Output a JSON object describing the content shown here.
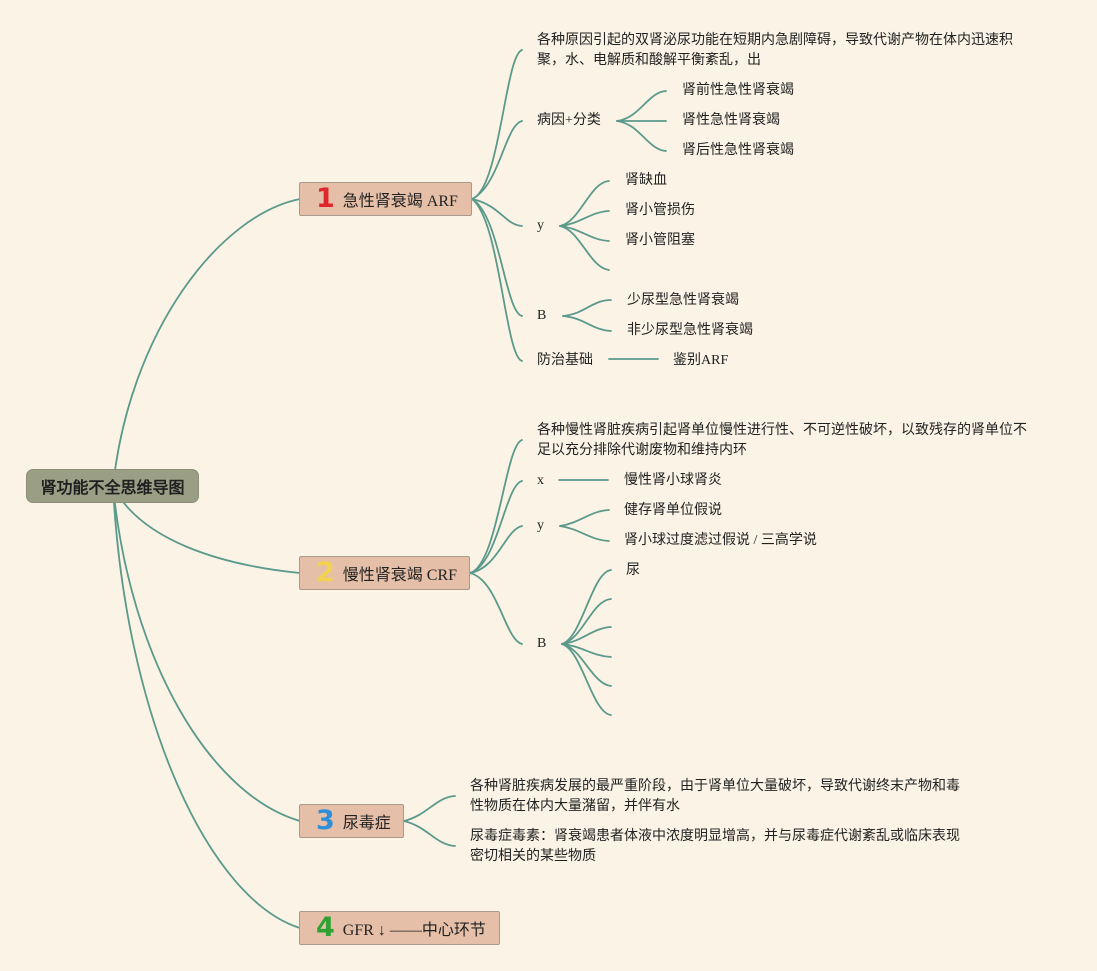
{
  "root": {
    "label": "肾功能不全思维导图"
  },
  "branches": [
    {
      "num": "1",
      "label": "急性肾衰竭 ARF",
      "definition": "各种原因引起的双肾泌尿功能在短期内急剧障碍，导致代谢产物在体内迅速积聚，水、电解质和酸解平衡紊乱，出",
      "cause": {
        "label": "病因+分类",
        "items": [
          "肾前性急性肾衰竭",
          "肾性急性肾衰竭",
          "肾后性急性肾衰竭"
        ]
      },
      "y": {
        "label": "y",
        "items": [
          "肾缺血",
          "肾小管损伤",
          "肾小管阻塞"
        ]
      },
      "b": {
        "label": "B",
        "items": [
          "少尿型急性肾衰竭",
          "非少尿型急性肾衰竭"
        ]
      },
      "prevention": {
        "label": "防治基础",
        "item": "鉴别ARF"
      }
    },
    {
      "num": "2",
      "label": "慢性肾衰竭 CRF",
      "definition": "各种慢性肾脏疾病引起肾单位慢性进行性、不可逆性破坏，以致残存的肾单位不足以充分排除代谢废物和维持内环",
      "x": {
        "label": "x",
        "item": "慢性肾小球肾炎"
      },
      "y": {
        "label": "y",
        "items": [
          "健存肾单位假说",
          "肾小球过度滤过假说 / 三高学说"
        ]
      },
      "b": {
        "label": "B",
        "items": [
          "尿"
        ]
      }
    },
    {
      "num": "3",
      "label": "尿毒症",
      "definition": "各种肾脏疾病发展的最严重阶段，由于肾单位大量破坏，导致代谢终末产物和毒性物质在体内大量潴留，并伴有水",
      "toxin": "尿毒症毒素：肾衰竭患者体液中浓度明显增高，并与尿毒症代谢紊乱或临床表现密切相关的某些物质"
    },
    {
      "num": "4",
      "label": "GFR ↓ ——中心环节"
    }
  ],
  "colors": {
    "background": "#fbf3e6",
    "line": "#5b9a8b",
    "root_fill": "#9a9e85",
    "branch_fill": "#e5bfa7",
    "num1": "#e0262d",
    "num2": "#f2d24e",
    "num3": "#2e8fd8",
    "num4": "#2ea334"
  }
}
